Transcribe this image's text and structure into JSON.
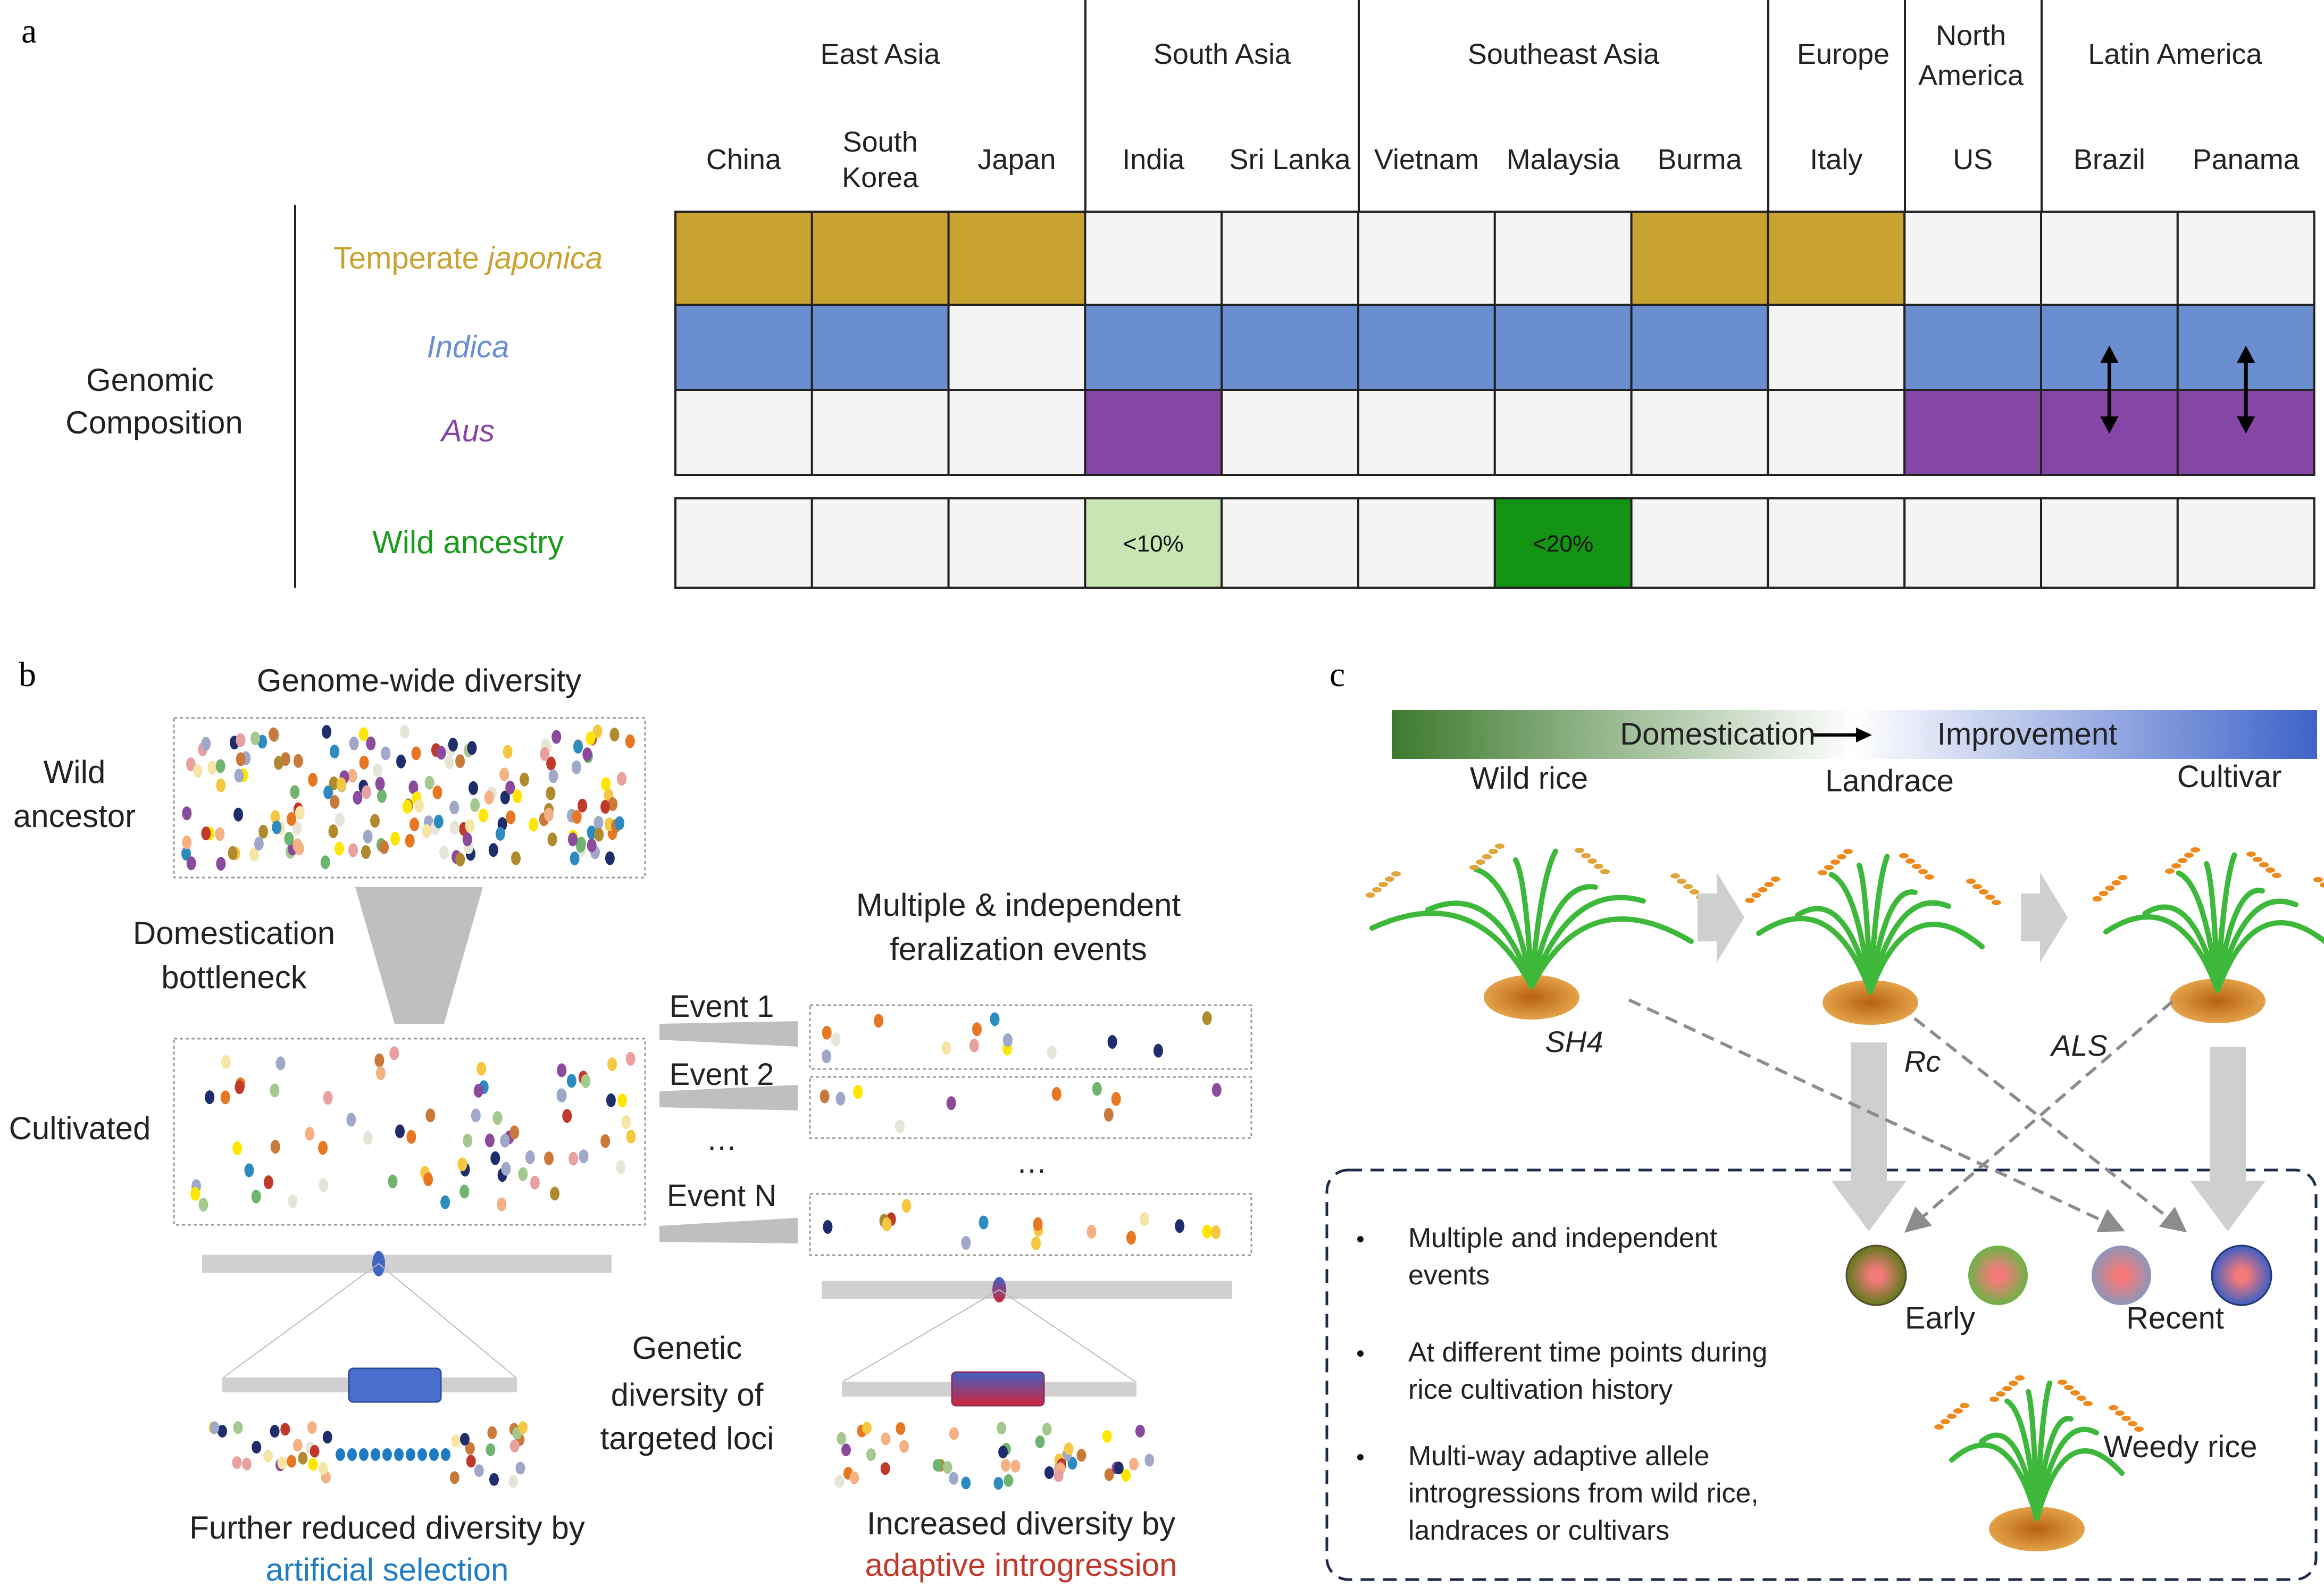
{
  "panel_a": {
    "panel_label": "a",
    "regions": [
      "East Asia",
      "South Asia",
      "Southeast Asia",
      "Europe",
      "North America",
      "Latin America"
    ],
    "countries": [
      "China",
      "South Korea",
      "Japan",
      "India",
      "Sri Lanka",
      "Vietnam",
      "Malaysia",
      "Burma",
      "Italy",
      "US",
      "Brazil",
      "Panama"
    ],
    "genomic_label": "Genomic Composition",
    "rows": [
      {
        "label_prefix": "Temperate ",
        "label_italic": "japonica",
        "color": "#C9A332",
        "present": [
          1,
          1,
          1,
          0,
          0,
          0,
          0,
          1,
          1,
          0,
          0,
          0
        ]
      },
      {
        "label_prefix": "",
        "label_italic": "Indica",
        "color": "#6A8ED0",
        "present": [
          1,
          1,
          0,
          1,
          1,
          1,
          1,
          1,
          0,
          1,
          1,
          1
        ]
      },
      {
        "label_prefix": "",
        "label_italic": "Aus",
        "color": "#8646A6",
        "present": [
          0,
          0,
          0,
          1,
          0,
          0,
          0,
          0,
          0,
          1,
          1,
          1
        ]
      }
    ],
    "arrows_note": "double arrows at Brazil and Panama between Indica and Aus",
    "wild": {
      "label": "Wild ancestry",
      "label_color": "#1C9A1C",
      "cells": [
        {
          "index": 3,
          "text": "<10%",
          "color": "#C8E6B4"
        },
        {
          "index": 6,
          "text": "<20%",
          "color": "#149414"
        }
      ]
    },
    "empty_color": "#F4F4F4"
  },
  "panel_b": {
    "panel_label": "b",
    "genome_wide_title": "Genome-wide diversity",
    "wild_ancestor": [
      "Wild",
      "ancestor"
    ],
    "bottleneck": [
      "Domestication",
      "bottleneck"
    ],
    "cultivated": "Cultivated",
    "feral_title": [
      "Multiple & independent",
      "feralization events"
    ],
    "events": [
      "Event 1",
      "Event 2",
      "…",
      "Event N"
    ],
    "ellipsis": "…",
    "genetic_label": [
      "Genetic",
      "diversity of",
      "targeted loci"
    ],
    "reduced": [
      "Further reduced diversity by",
      "artificial selection"
    ],
    "increased": [
      "Increased diversity by",
      "adaptive introgression"
    ],
    "dot_colors": [
      "#1F2D6B",
      "#E8A0A0",
      "#F5C842",
      "#8B4A9C",
      "#2E8BC0",
      "#C0392B",
      "#E87722",
      "#A5C88F",
      "#F5E6A8",
      "#C97A3A",
      "#9FA8C8",
      "#FFE600",
      "#B08A2E",
      "#F4B183",
      "#E5E5D8",
      "#6FB46F"
    ],
    "selection_color": "#1F7CC4",
    "introgression_color": "#C0392B"
  },
  "panel_c": {
    "panel_label": "c",
    "gradient_left": "Domestication",
    "gradient_right": "Improvement",
    "stages": [
      "Wild rice",
      "Landrace",
      "Cultivar"
    ],
    "genes": [
      "SH4",
      "Rc",
      "ALS"
    ],
    "bullets": [
      [
        "Multiple and independent",
        "events"
      ],
      [
        "At different time points during",
        "rice cultivation history"
      ],
      [
        "Multi-way adaptive allele",
        "introgressions from wild rice,",
        "landraces or cultivars"
      ]
    ],
    "early": "Early",
    "recent": "Recent",
    "weedy": "Weedy rice",
    "gradient_colors": [
      "#3D7A2E",
      "#FFFFFF",
      "#3F63C9"
    ]
  }
}
